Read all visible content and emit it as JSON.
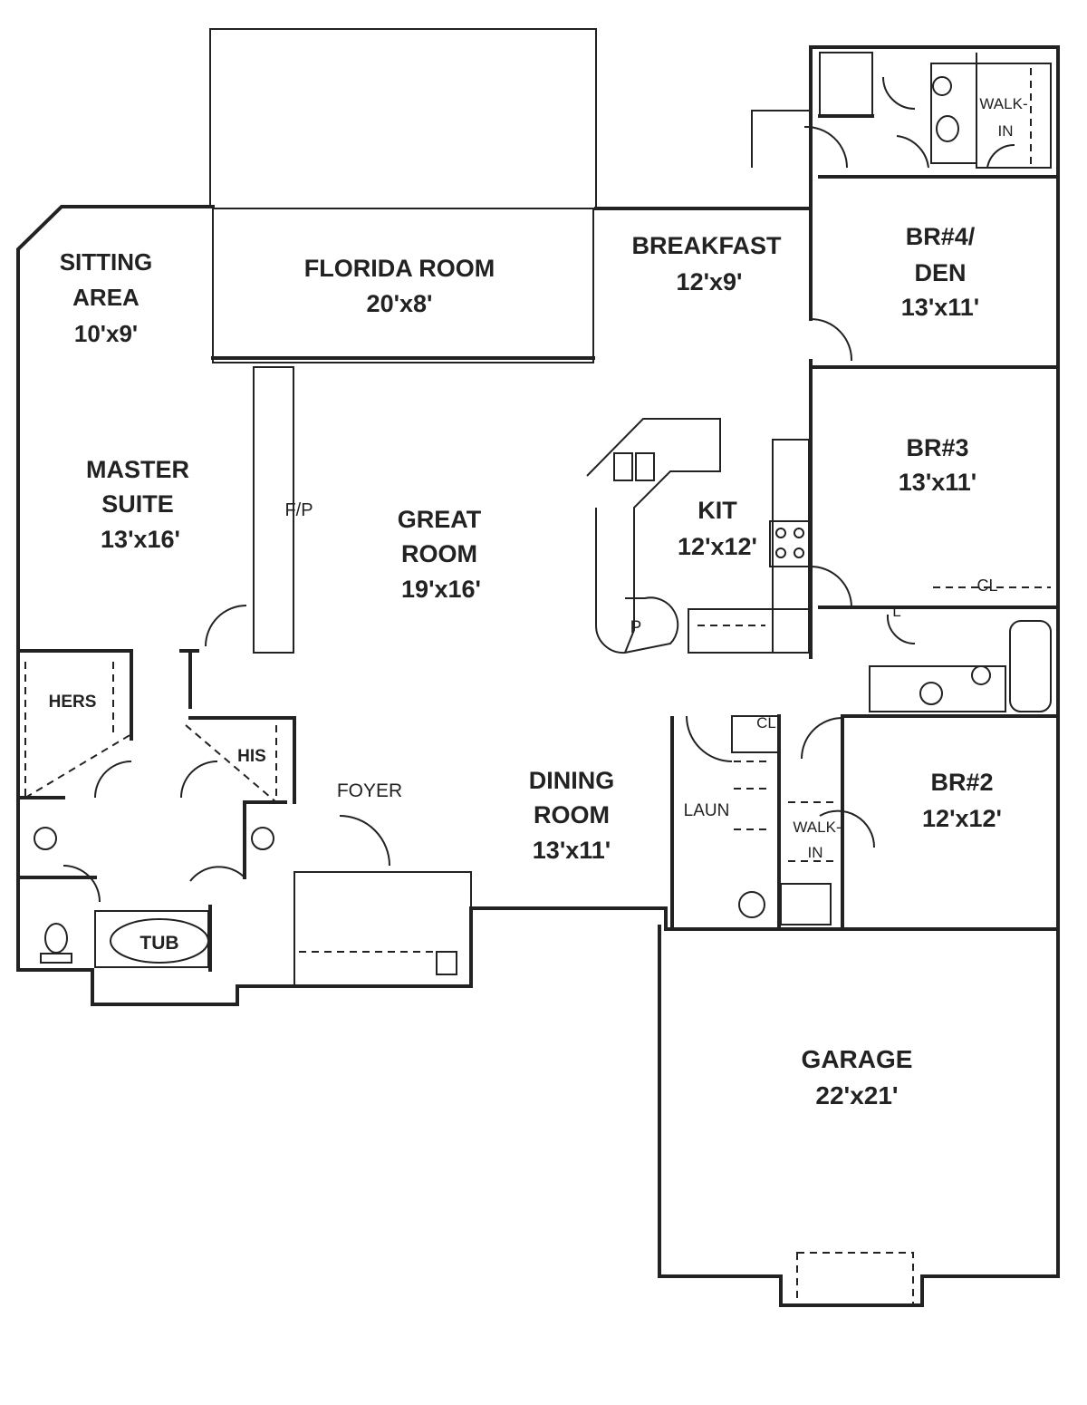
{
  "rooms": {
    "sitting_area": {
      "name_1": "SITTING",
      "name_2": "AREA",
      "size": "10'x9'"
    },
    "florida_room": {
      "name": "FLORIDA ROOM",
      "size": "20'x8'"
    },
    "breakfast": {
      "name": "BREAKFAST",
      "size": "12'x9'"
    },
    "br4_den": {
      "name_1": "BR#4/",
      "name_2": "DEN",
      "size": "13'x11'"
    },
    "master_suite": {
      "name_1": "MASTER",
      "name_2": "SUITE",
      "size": "13'x16'"
    },
    "great_room": {
      "name_1": "GREAT",
      "name_2": "ROOM",
      "size": "19'x16'"
    },
    "kitchen": {
      "name": "KIT",
      "size": "12'x12'"
    },
    "br3": {
      "name": "BR#3",
      "size": "13'x11'"
    },
    "dining_room": {
      "name_1": "DINING",
      "name_2": "ROOM",
      "size": "13'x11'"
    },
    "br2": {
      "name": "BR#2",
      "size": "12'x12'"
    },
    "garage": {
      "name": "GARAGE",
      "size": "22'x21'"
    }
  },
  "labels": {
    "walk_in_top_1": "WALK-",
    "walk_in_top_2": "IN",
    "fireplace": "F/P",
    "pantry": "P",
    "linen": "L",
    "closet_br3": "CL",
    "closet_hall": "CL",
    "hers": "HERS",
    "his": "HIS",
    "foyer": "FOYER",
    "laundry": "LAUN",
    "walk_in_br2_1": "WALK-",
    "walk_in_br2_2": "IN",
    "tub": "TUB"
  }
}
